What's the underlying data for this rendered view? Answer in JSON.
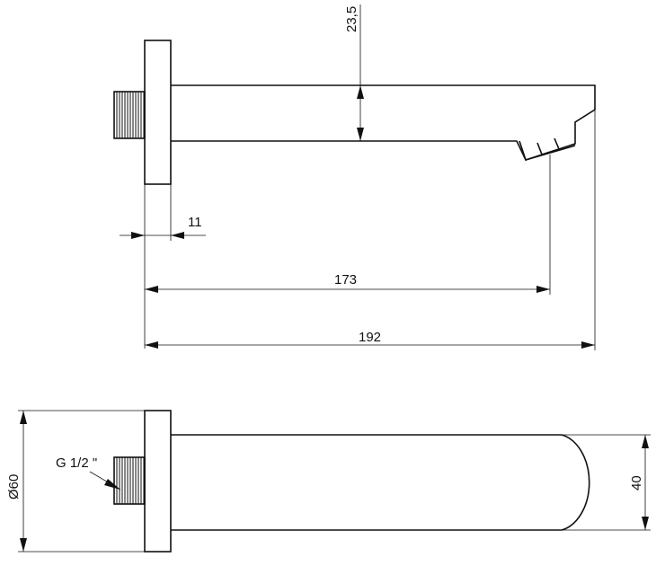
{
  "dimensions": {
    "height_top": "23,5",
    "flange_thickness": "11",
    "outlet_distance": "173",
    "total_length": "192",
    "flange_diameter": "Ø60",
    "spout_width": "40",
    "thread": "G 1/2 \""
  }
}
